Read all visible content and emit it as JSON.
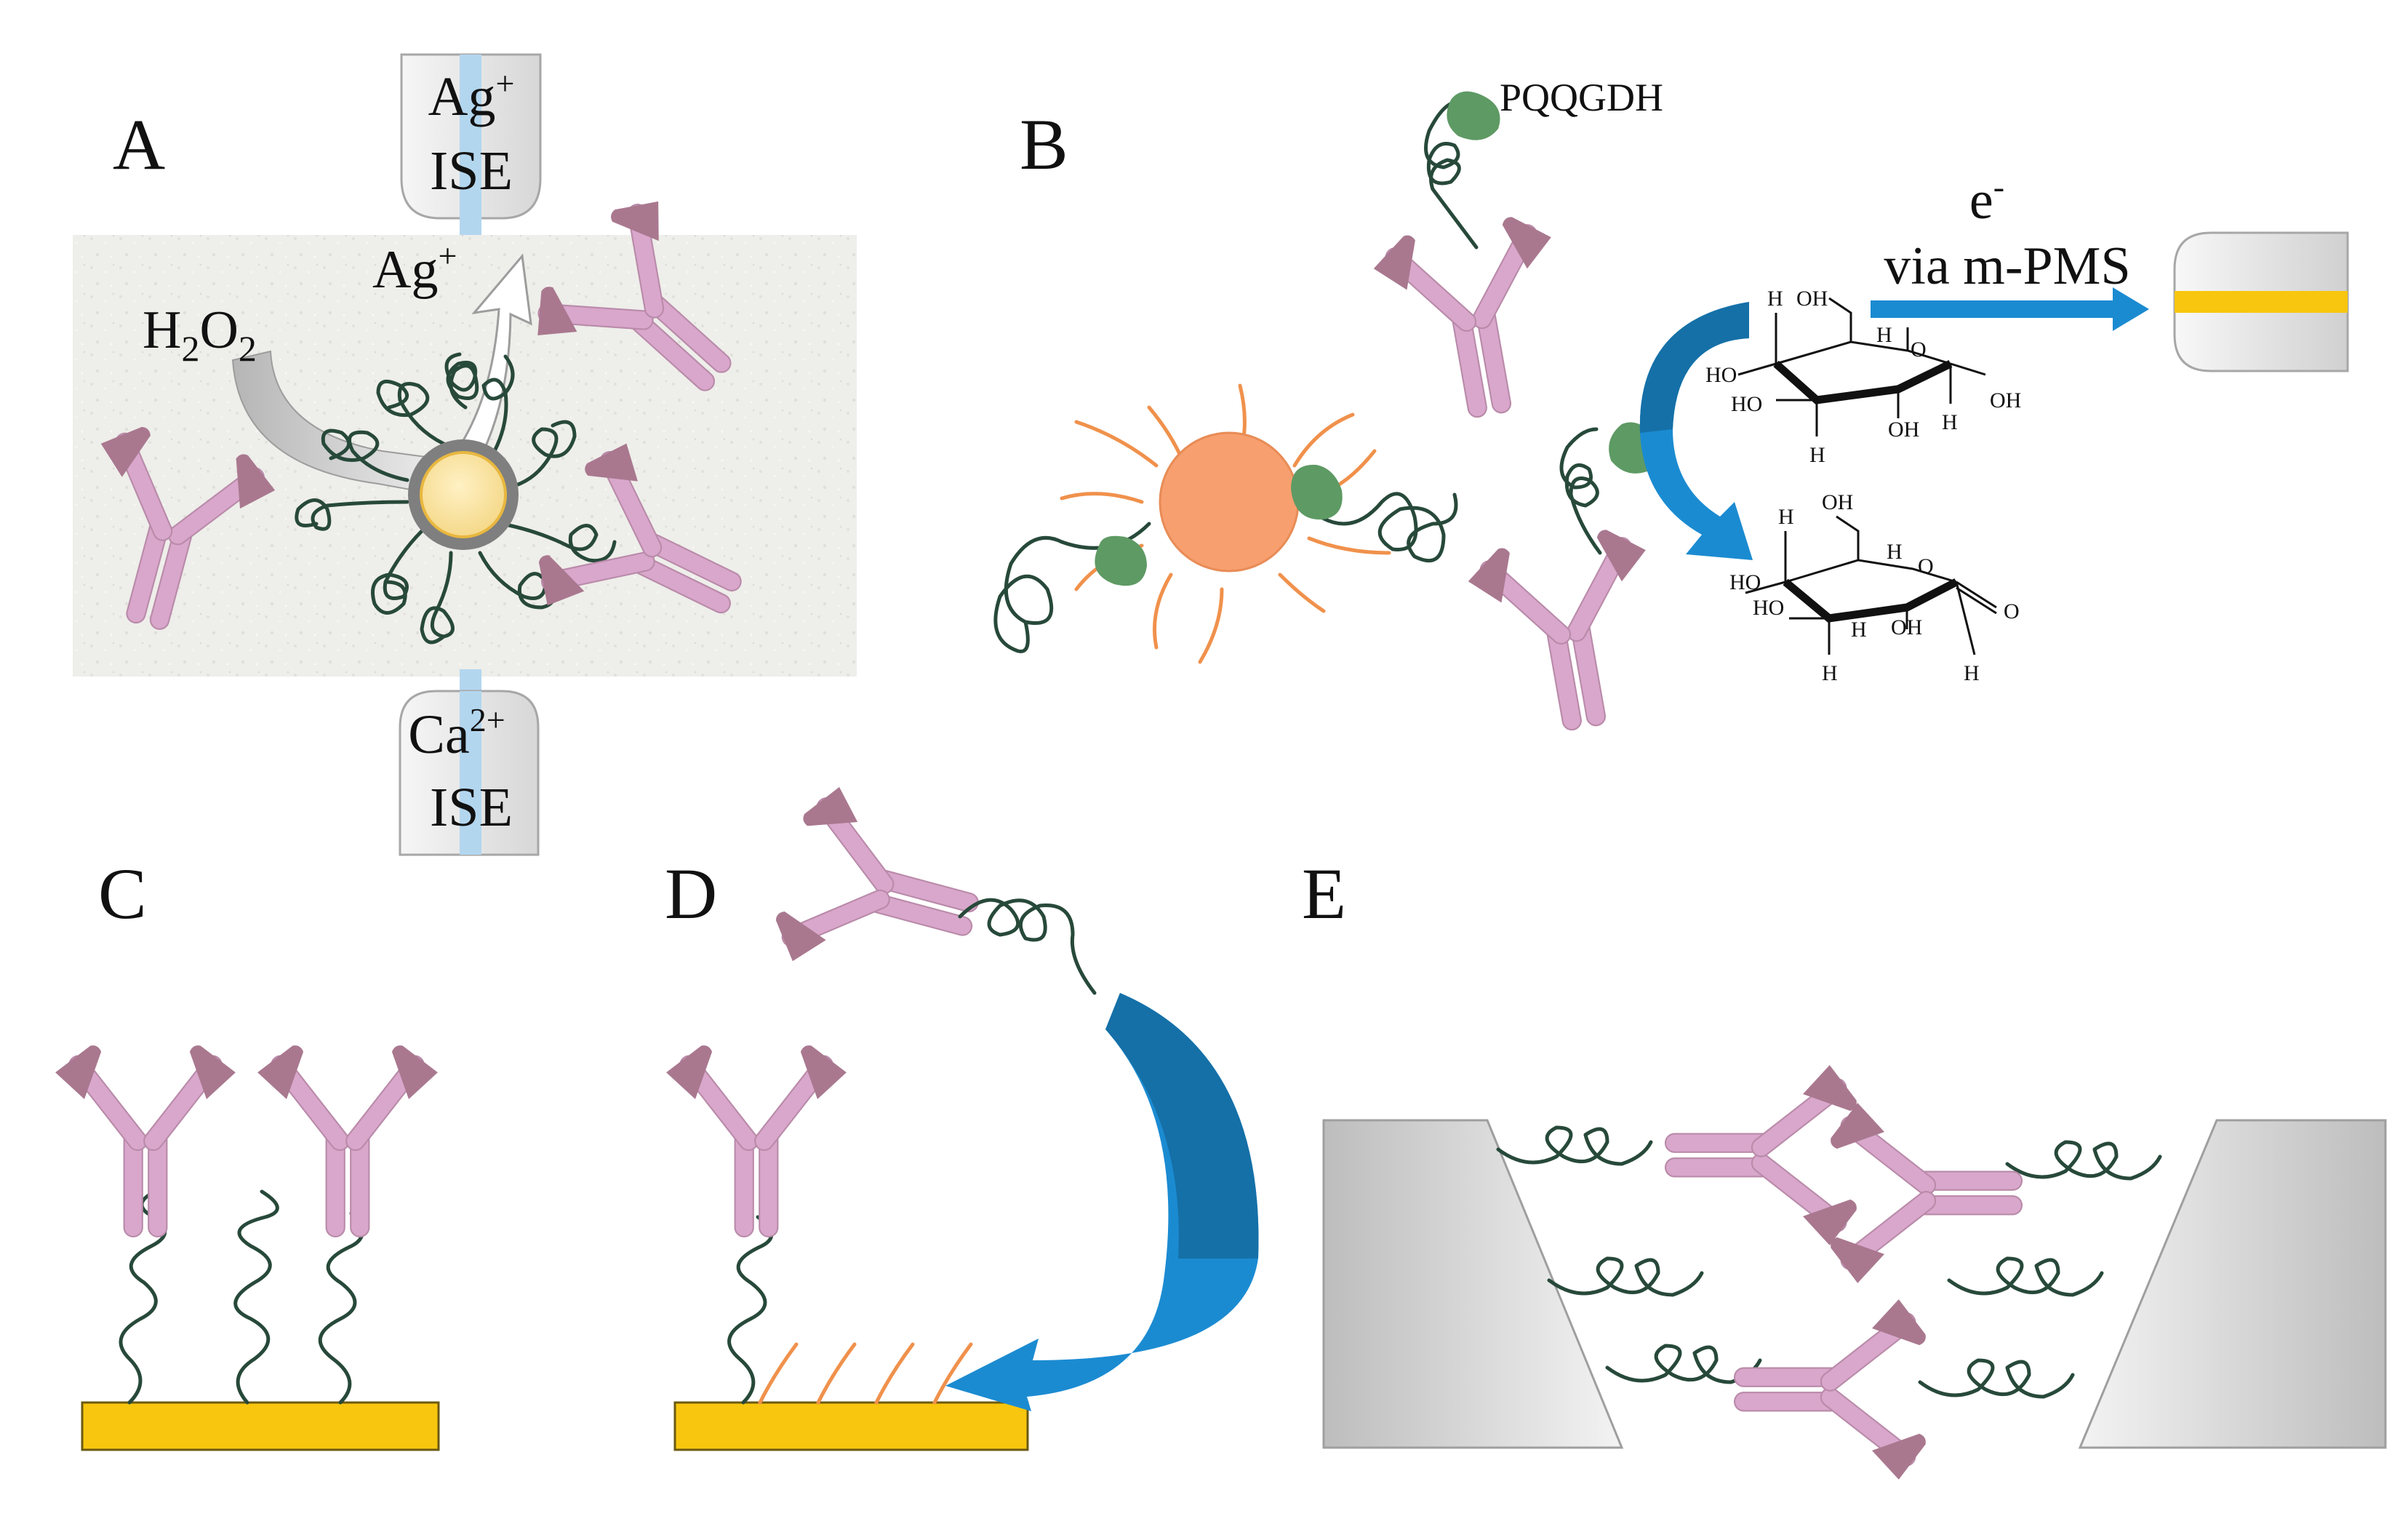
{
  "panels": {
    "a": {
      "label": "A",
      "ise_top_line1": "Ag",
      "ise_top_line1_sup": "+",
      "ise_top_line2": "ISE",
      "ise_bottom_line1": "Ca",
      "ise_bottom_line1_sup": "2+",
      "ise_bottom_line2": "ISE",
      "h2o2_h": "H",
      "h2o2_sub1": "2",
      "h2o2_o": "O",
      "h2o2_sub2": "2",
      "ag_ion": "Ag",
      "ag_ion_sup": "+"
    },
    "b": {
      "label": "B",
      "enzyme_label": "PQQGDH",
      "electron": "e",
      "electron_sup": "-",
      "mediator": "via m-PMS",
      "atoms": {
        "oh": "OH",
        "ho": "HO",
        "h": "H",
        "o": "O"
      }
    },
    "c": {
      "label": "C"
    },
    "d": {
      "label": "D"
    },
    "e": {
      "label": "E"
    }
  },
  "colors": {
    "antibody": "#d8a7cb",
    "antibody_dark": "#a9788f",
    "dna": "#27493a",
    "enzyme": "#5e9a64",
    "gold_electrode": "#f8c60e",
    "nanoparticle": "#f79f6f",
    "arrow_blue": "#1b8bd1",
    "arrow_dark_blue": "#1570a7",
    "ise_channel": "#b3d6ef",
    "membrane_gray": "#c9c9c9"
  }
}
